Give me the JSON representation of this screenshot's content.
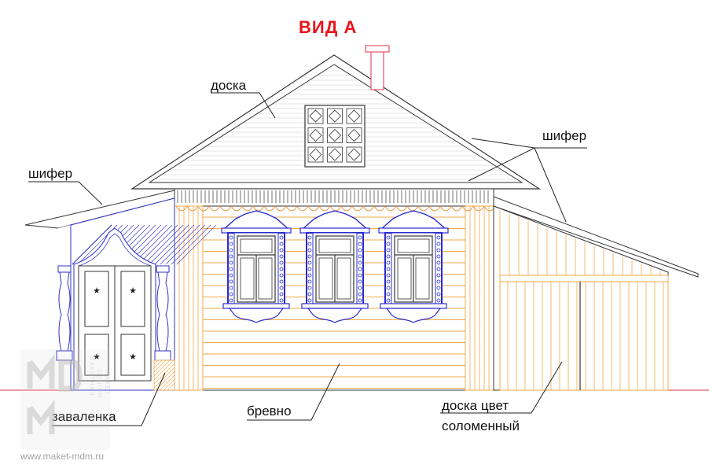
{
  "title": "ВИД А",
  "labels": {
    "board_top": "доска",
    "slate_right": "шифер",
    "slate_left": "шифер",
    "zavalenka": "заваленка",
    "log": "бревно",
    "board_color_line1": "доска цвет",
    "board_color_line2": "соломенный"
  },
  "logo": {
    "letters": "MDM",
    "vertical_text_1": "МАКЕТНАЯ",
    "vertical_text_2": "DESIGN",
    "vertical_text_3": "MAKET"
  },
  "website": "www.maket-mdm.ru",
  "colors": {
    "outline": "#333333",
    "log_lines": "#f2a94a",
    "trim_blue": "#2b2bd0",
    "title_red": "#e8141c",
    "ground": "#e0304a"
  }
}
